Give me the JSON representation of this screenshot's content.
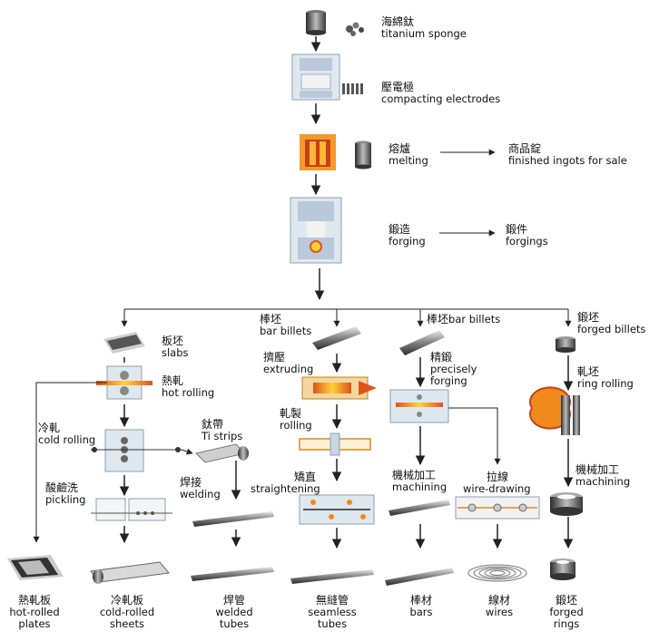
{
  "colors": {
    "line": "#222222",
    "metal_dark": "#3a3a3a",
    "metal_light": "#d6d6d6",
    "press_blue": "#c9d6e3",
    "hot_orange": "#f08a1c",
    "hot_red": "#e0531a"
  },
  "steps": {
    "sponge": {
      "zh": "海綿鈦",
      "en": "titanium sponge"
    },
    "electrodes": {
      "zh": "壓電極",
      "en": "compacting electrodes"
    },
    "melting": {
      "zh": "熔爐",
      "en": "melting"
    },
    "ingots": {
      "zh": "商品錠",
      "en": "finished ingots for sale"
    },
    "forging": {
      "zh": "鍛造",
      "en": "forging"
    },
    "forgings": {
      "zh": "鍛件",
      "en": "forgings"
    },
    "slabs": {
      "zh": "板坯",
      "en": "slabs"
    },
    "hot_rolling": {
      "zh": "熱軋",
      "en": "hot rolling"
    },
    "cold_rolling": {
      "zh": "冷軋",
      "en": "cold rolling"
    },
    "ti_strips": {
      "zh": "鈦帶",
      "en": "Ti strips"
    },
    "pickling": {
      "zh": "酸鹼洗",
      "en": "pickling"
    },
    "welding": {
      "zh": "焊接",
      "en": "welding"
    },
    "bar_billets_1": {
      "zh": "棒坯",
      "en": "bar billets"
    },
    "extruding": {
      "zh": "擠壓",
      "en": "extruding"
    },
    "rolling": {
      "zh": "軋製",
      "en": "rolling"
    },
    "straightening": {
      "zh": "矯直",
      "en": "straightening"
    },
    "bar_billets_2": {
      "zh": "棒坯",
      "en": "bar billets"
    },
    "precise_forging": {
      "zh": "精鍛",
      "en": "precisely",
      "en2": "forging"
    },
    "machining_1": {
      "zh": "機械加工",
      "en": "machining"
    },
    "wire_drawing": {
      "zh": "拉線",
      "en": "wire-drawing"
    },
    "forged_billets": {
      "zh": "鍛坯",
      "en": "forged billets"
    },
    "ring_rolling": {
      "zh": "軋坯",
      "en": "ring rolling"
    },
    "machining_2": {
      "zh": "機械加工",
      "en": "machining"
    }
  },
  "products": {
    "hot_plates": {
      "zh": "熱軋板",
      "en": "hot-rolled",
      "en2": "plates"
    },
    "cold_sheets": {
      "zh": "冷軋板",
      "en": "cold-rolled",
      "en2": "sheets"
    },
    "welded_tubes": {
      "zh": "焊管",
      "en": "welded",
      "en2": "tubes"
    },
    "seamless_tubes": {
      "zh": "無縫管",
      "en": "seamless",
      "en2": "tubes"
    },
    "bars": {
      "zh": "棒材",
      "en": "bars"
    },
    "wires": {
      "zh": "線材",
      "en": "wires"
    },
    "forged_rings": {
      "zh": "鍛坯",
      "en": "forged",
      "en2": "rings"
    }
  }
}
